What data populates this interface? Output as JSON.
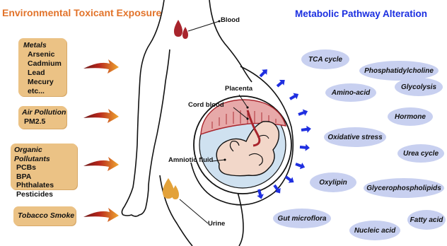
{
  "titles": {
    "left": "Environmental Toxicant Exposure",
    "right": "Metabolic Pathway Alteration"
  },
  "exposures": [
    {
      "heading": "Metals",
      "items": [
        "Arsenic",
        "Cadmium",
        "Lead",
        "Mecury",
        "etc..."
      ]
    },
    {
      "heading": "Air Pollution",
      "items": [
        "PM2.5"
      ]
    },
    {
      "heading": "Organic Pollutants",
      "items": [
        "PCBs",
        "BPA",
        "Phthalates",
        "Pesticides"
      ]
    },
    {
      "heading": "Tobacco Smoke",
      "items": []
    }
  ],
  "labels": {
    "blood": "Blood",
    "placenta": "Placenta",
    "cord_blood": "Cord blood",
    "amniotic_fluid": "Amniotic fluid",
    "urine": "Urine"
  },
  "pathways": [
    "TCA cycle",
    "Phosphatidylcholine",
    "Amino-acid",
    "Glycolysis",
    "Hormone",
    "Oxidative stress",
    "Urea cycle",
    "Oxylipin",
    "Glycerophospholipids",
    "Gut microflora",
    "Nucleic acid",
    "Fatty acid"
  ],
  "colors": {
    "left_title": "#e2732a",
    "right_title": "#1a2ee0",
    "box": "#ebc285",
    "ellipse": "#c8d0f0",
    "blood": "#a8242c",
    "urine": "#e3a23a",
    "placenta": "#e7a9a9",
    "amniotic": "#cfe1f0",
    "fetus": "#f2d7c9",
    "arrow_blue": "#1f2fe0",
    "arrow_red": "#b0271f"
  }
}
